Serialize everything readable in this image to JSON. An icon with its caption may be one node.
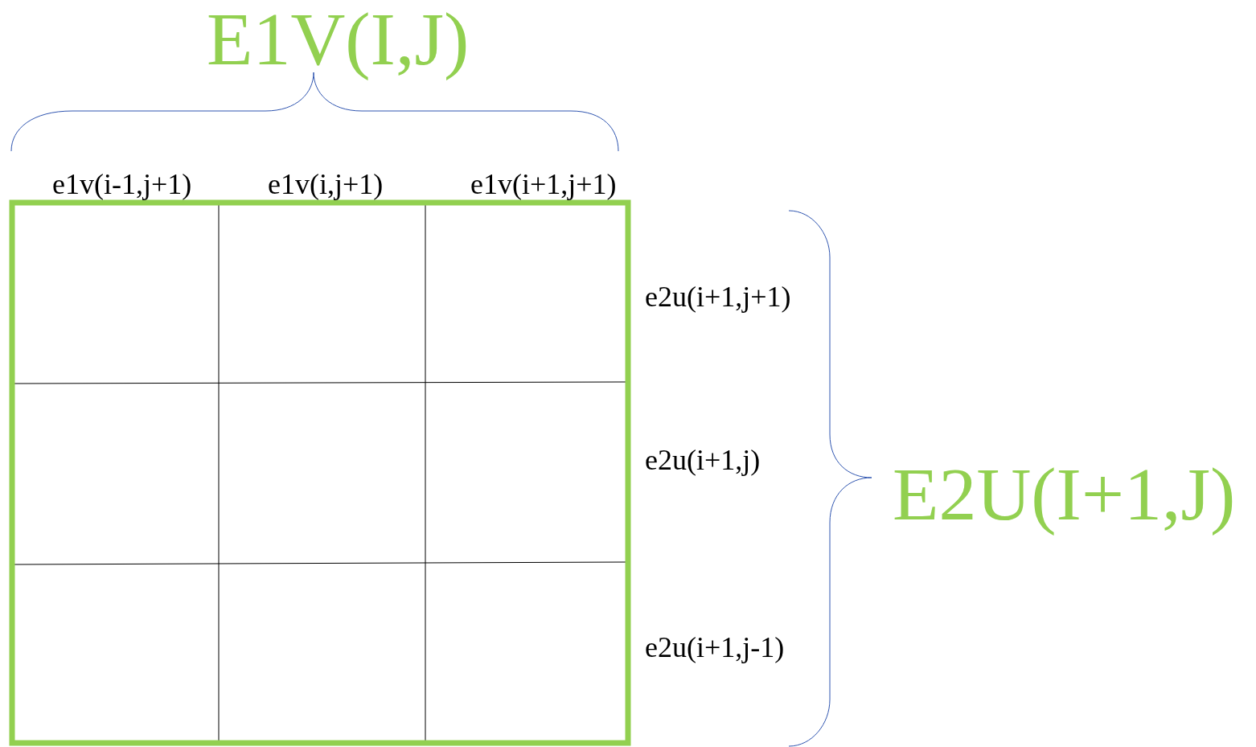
{
  "diagram": {
    "labels": [
      "E1V(I,J)",
      "e1v(i-1,j+1)",
      "e1v(i,j+1)",
      "e1v(i+1,j+1)",
      "e2u(i+1,j+1)",
      "e2u(i+1,j)",
      "E2U(I+1,J)",
      "e2u(i+1,j-1)"
    ]
  }
}
